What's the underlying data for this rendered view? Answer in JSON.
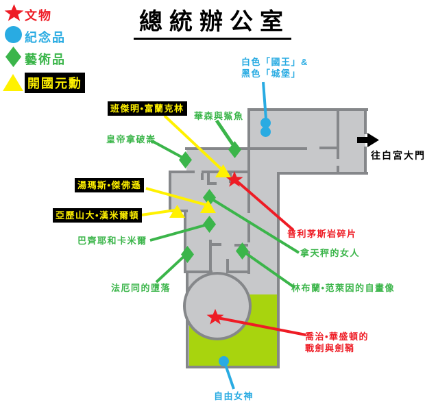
{
  "title": "總統辦公室",
  "legend": [
    {
      "label": "文物",
      "shape": "star",
      "color": "#EE1C25"
    },
    {
      "label": "紀念品",
      "shape": "circle",
      "color": "#29ABE2"
    },
    {
      "label": "藝術品",
      "shape": "diamond",
      "color": "#3BB54A"
    },
    {
      "label": "開國元勳",
      "shape": "triangle",
      "color": "#FFF100",
      "highlight": "black-box"
    }
  ],
  "labels": {
    "chess": {
      "line1": "白色「國王」&",
      "line2": "黑色「城堡」"
    },
    "franklin": {
      "text": "班傑明•富蘭克林"
    },
    "watson": {
      "text": "華森與鯊魚"
    },
    "napoleon": {
      "text": "皇帝拿破崙"
    },
    "jefferson": {
      "text": "湯瑪斯•傑佛遜"
    },
    "hamilton": {
      "text": "亞歷山大•漢米爾頓"
    },
    "bazille": {
      "text": "巴齊耶和卡米爾"
    },
    "phaeton": {
      "text": "法厄同的墮落"
    },
    "plymouth": {
      "text": "普利茅斯岩碎片"
    },
    "balance": {
      "text": "拿天秤的女人"
    },
    "rembrandt": {
      "text": "林布蘭•范萊因的自畫像"
    },
    "gw_sword": {
      "line1": "喬治•華盛頓的",
      "line2": "戰劍與劍鞘"
    },
    "liberty": {
      "text": "自由女神"
    },
    "exit": {
      "text": "往白宮大門"
    }
  },
  "markers": [
    {
      "type": "artifact",
      "shape": "star",
      "color": "#EE1C25",
      "items": [
        "普利茅斯岩碎片",
        "喬治•華盛頓的戰劍與劍鞘"
      ]
    },
    {
      "type": "souvenir",
      "shape": "circle",
      "color": "#29ABE2",
      "items": [
        "白色「國王」& 黑色「城堡」",
        "自由女神"
      ]
    },
    {
      "type": "art",
      "shape": "diamond",
      "color": "#3BB54A",
      "items": [
        "華森與鯊魚",
        "皇帝拿破崙",
        "拿天秤的女人",
        "巴齊耶和卡米爾",
        "法厄同的墮落",
        "林布蘭•范萊因的自畫像"
      ]
    },
    {
      "type": "founder",
      "shape": "triangle",
      "color": "#FFF100",
      "items": [
        "班傑明•富蘭克林",
        "湯瑪斯•傑佛遜",
        "亞歷山大•漢米爾頓"
      ]
    }
  ],
  "colors": {
    "floor": "#C7C8CA",
    "wall": "#85878A",
    "lawn": "#A8D40E",
    "exit_arrow": "#000000"
  }
}
